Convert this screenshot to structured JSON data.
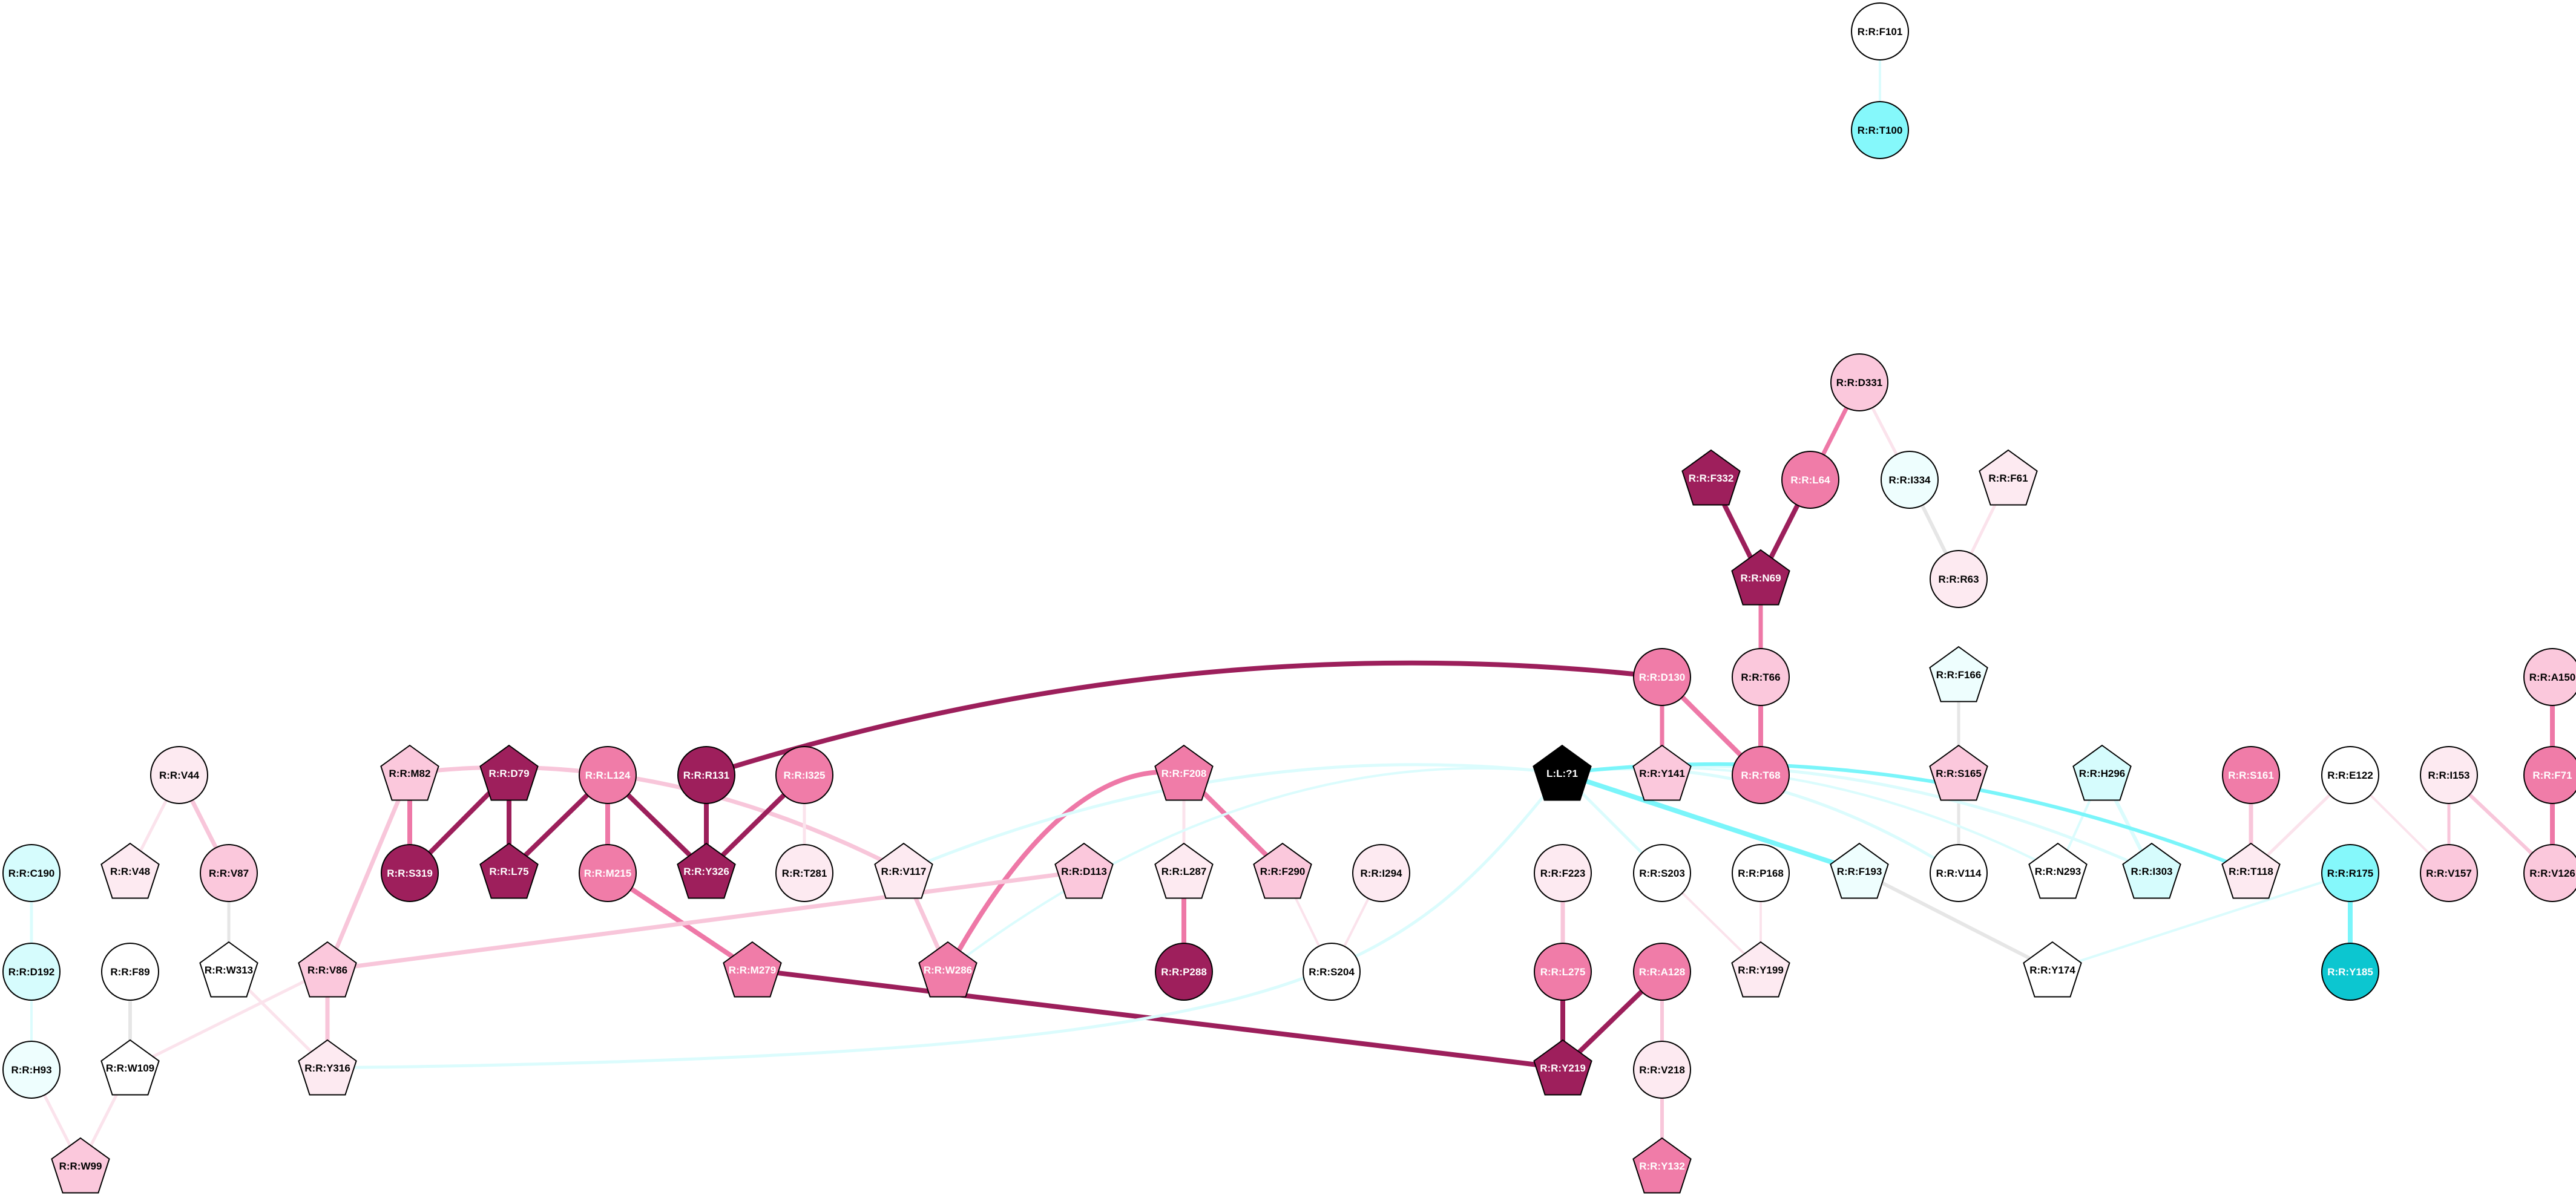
{
  "palette": {
    "N": "#ffffff",
    "Cp1": "#fdeaf1",
    "Cp2": "#fbc8dc",
    "Cp3": "#f07ca8",
    "Cp4": "#9e1f5c",
    "Cc1": "#eefefe",
    "Cc2": "#d6fcfd",
    "Cc3": "#85f8fb",
    "Cc4": "#0cc6d0",
    "K": "#000000",
    "Ep1": "#fbe3ec",
    "Ep2": "#f8c6da",
    "Ep3": "#ee78a7",
    "Ep4": "#9c1f5b",
    "Ec1": "#dbfcfd",
    "Ec2": "#7af5fa",
    "Eg": "#e6e6e6"
  },
  "nodes": [
    {
      "id": "F101",
      "label": "R:R:F101",
      "shape": "circle",
      "fill": "N"
    },
    {
      "id": "T100",
      "label": "R:R:T100",
      "shape": "circle",
      "fill": "Cc3"
    },
    {
      "id": "D331",
      "label": "R:R:D331",
      "shape": "circle",
      "fill": "Cp2"
    },
    {
      "id": "F332",
      "label": "R:R:F332",
      "shape": "pentagon",
      "fill": "Cp4"
    },
    {
      "id": "L64",
      "label": "R:R:L64",
      "shape": "circle",
      "fill": "Cp3"
    },
    {
      "id": "I334",
      "label": "R:R:I334",
      "shape": "circle",
      "fill": "Cc1"
    },
    {
      "id": "F61",
      "label": "R:R:F61",
      "shape": "pentagon",
      "fill": "Cp1"
    },
    {
      "id": "N69",
      "label": "R:R:N69",
      "shape": "pentagon",
      "fill": "Cp4"
    },
    {
      "id": "R63",
      "label": "R:R:R63",
      "shape": "circle",
      "fill": "Cp1"
    },
    {
      "id": "D130",
      "label": "R:R:D130",
      "shape": "circle",
      "fill": "Cp3"
    },
    {
      "id": "T66",
      "label": "R:R:T66",
      "shape": "circle",
      "fill": "Cp2"
    },
    {
      "id": "F166",
      "label": "R:R:F166",
      "shape": "pentagon",
      "fill": "Cc1"
    },
    {
      "id": "A150",
      "label": "R:R:A150",
      "shape": "circle",
      "fill": "Cp2"
    },
    {
      "id": "V44",
      "label": "R:R:V44",
      "shape": "circle",
      "fill": "Cp1"
    },
    {
      "id": "M82",
      "label": "R:R:M82",
      "shape": "pentagon",
      "fill": "Cp2"
    },
    {
      "id": "D79",
      "label": "R:R:D79",
      "shape": "pentagon",
      "fill": "Cp4"
    },
    {
      "id": "L124",
      "label": "R:R:L124",
      "shape": "circle",
      "fill": "Cp3"
    },
    {
      "id": "R131",
      "label": "R:R:R131",
      "shape": "circle",
      "fill": "Cp4"
    },
    {
      "id": "I325",
      "label": "R:R:I325",
      "shape": "circle",
      "fill": "Cp3"
    },
    {
      "id": "F208",
      "label": "R:R:F208",
      "shape": "pentagon",
      "fill": "Cp3"
    },
    {
      "id": "L1",
      "label": "L:L:?1",
      "shape": "pentagon",
      "fill": "K",
      "text": "light"
    },
    {
      "id": "Y141",
      "label": "R:R:Y141",
      "shape": "pentagon",
      "fill": "Cp2"
    },
    {
      "id": "T68",
      "label": "R:R:T68",
      "shape": "circle",
      "fill": "Cp3"
    },
    {
      "id": "S165",
      "label": "R:R:S165",
      "shape": "pentagon",
      "fill": "Cp2"
    },
    {
      "id": "H296",
      "label": "R:R:H296",
      "shape": "pentagon",
      "fill": "Cc2"
    },
    {
      "id": "S161",
      "label": "R:R:S161",
      "shape": "circle",
      "fill": "Cp3"
    },
    {
      "id": "E122",
      "label": "R:R:E122",
      "shape": "circle",
      "fill": "N"
    },
    {
      "id": "I153",
      "label": "R:R:I153",
      "shape": "circle",
      "fill": "Cp1"
    },
    {
      "id": "F71",
      "label": "R:R:F71",
      "shape": "circle",
      "fill": "Cp3"
    },
    {
      "id": "C190",
      "label": "R:R:C190",
      "shape": "circle",
      "fill": "Cc2"
    },
    {
      "id": "V48",
      "label": "R:R:V48",
      "shape": "pentagon",
      "fill": "Cp1"
    },
    {
      "id": "V87",
      "label": "R:R:V87",
      "shape": "circle",
      "fill": "Cp2"
    },
    {
      "id": "S319",
      "label": "R:R:S319",
      "shape": "circle",
      "fill": "Cp4"
    },
    {
      "id": "L75",
      "label": "R:R:L75",
      "shape": "pentagon",
      "fill": "Cp4"
    },
    {
      "id": "M215",
      "label": "R:R:M215",
      "shape": "circle",
      "fill": "Cp3"
    },
    {
      "id": "Y326",
      "label": "R:R:Y326",
      "shape": "pentagon",
      "fill": "Cp4"
    },
    {
      "id": "T281",
      "label": "R:R:T281",
      "shape": "circle",
      "fill": "Cp1"
    },
    {
      "id": "V117",
      "label": "R:R:V117",
      "shape": "pentagon",
      "fill": "Cp1"
    },
    {
      "id": "D113",
      "label": "R:R:D113",
      "shape": "pentagon",
      "fill": "Cp2"
    },
    {
      "id": "L287",
      "label": "R:R:L287",
      "shape": "pentagon",
      "fill": "Cp1"
    },
    {
      "id": "F290",
      "label": "R:R:F290",
      "shape": "pentagon",
      "fill": "Cp2"
    },
    {
      "id": "I294",
      "label": "R:R:I294",
      "shape": "circle",
      "fill": "Cp1"
    },
    {
      "id": "F223",
      "label": "R:R:F223",
      "shape": "circle",
      "fill": "Cp1"
    },
    {
      "id": "S203",
      "label": "R:R:S203",
      "shape": "circle",
      "fill": "N"
    },
    {
      "id": "P168",
      "label": "R:R:P168",
      "shape": "circle",
      "fill": "N"
    },
    {
      "id": "F193",
      "label": "R:R:F193",
      "shape": "pentagon",
      "fill": "Cc1"
    },
    {
      "id": "V114",
      "label": "R:R:V114",
      "shape": "circle",
      "fill": "N"
    },
    {
      "id": "N293",
      "label": "R:R:N293",
      "shape": "pentagon",
      "fill": "N"
    },
    {
      "id": "I303",
      "label": "R:R:I303",
      "shape": "pentagon",
      "fill": "Cc2"
    },
    {
      "id": "T118",
      "label": "R:R:T118",
      "shape": "pentagon",
      "fill": "Cp1"
    },
    {
      "id": "R175",
      "label": "R:R:R175",
      "shape": "circle",
      "fill": "Cc3"
    },
    {
      "id": "V157",
      "label": "R:R:V157",
      "shape": "circle",
      "fill": "Cp2"
    },
    {
      "id": "V126",
      "label": "R:R:V126",
      "shape": "circle",
      "fill": "Cp2"
    },
    {
      "id": "D192",
      "label": "R:R:D192",
      "shape": "circle",
      "fill": "Cc2"
    },
    {
      "id": "F89",
      "label": "R:R:F89",
      "shape": "circle",
      "fill": "N"
    },
    {
      "id": "W313",
      "label": "R:R:W313",
      "shape": "pentagon",
      "fill": "N"
    },
    {
      "id": "V86",
      "label": "R:R:V86",
      "shape": "pentagon",
      "fill": "Cp2"
    },
    {
      "id": "M279",
      "label": "R:R:M279",
      "shape": "pentagon",
      "fill": "Cp3"
    },
    {
      "id": "W286",
      "label": "R:R:W286",
      "shape": "pentagon",
      "fill": "Cp3"
    },
    {
      "id": "P288",
      "label": "R:R:P288",
      "shape": "circle",
      "fill": "Cp4"
    },
    {
      "id": "S204",
      "label": "R:R:S204",
      "shape": "circle",
      "fill": "N"
    },
    {
      "id": "L275",
      "label": "R:R:L275",
      "shape": "circle",
      "fill": "Cp3"
    },
    {
      "id": "A128",
      "label": "R:R:A128",
      "shape": "circle",
      "fill": "Cp3"
    },
    {
      "id": "Y199",
      "label": "R:R:Y199",
      "shape": "pentagon",
      "fill": "Cp1"
    },
    {
      "id": "Y174",
      "label": "R:R:Y174",
      "shape": "pentagon",
      "fill": "N"
    },
    {
      "id": "Y185",
      "label": "R:R:Y185",
      "shape": "circle",
      "fill": "Cc4"
    },
    {
      "id": "H93",
      "label": "R:R:H93",
      "shape": "circle",
      "fill": "Cc1"
    },
    {
      "id": "W109",
      "label": "R:R:W109",
      "shape": "pentagon",
      "fill": "N"
    },
    {
      "id": "Y316",
      "label": "R:R:Y316",
      "shape": "pentagon",
      "fill": "Cp1"
    },
    {
      "id": "Y219",
      "label": "R:R:Y219",
      "shape": "pentagon",
      "fill": "Cp4"
    },
    {
      "id": "V218",
      "label": "R:R:V218",
      "shape": "circle",
      "fill": "Cp1"
    },
    {
      "id": "W99",
      "label": "R:R:W99",
      "shape": "pentagon",
      "fill": "Cp2"
    },
    {
      "id": "Y132",
      "label": "R:R:Y132",
      "shape": "pentagon",
      "fill": "Cp3"
    }
  ],
  "edges": [
    {
      "from": "F101",
      "to": "T100",
      "color": "Ec1",
      "w": 4
    },
    {
      "from": "D331",
      "to": "L64",
      "color": "Ep3",
      "w": 7
    },
    {
      "from": "D331",
      "to": "I334",
      "color": "Ep1",
      "w": 5
    },
    {
      "from": "F332",
      "to": "N69",
      "color": "Ep4",
      "w": 8
    },
    {
      "from": "L64",
      "to": "N69",
      "color": "Ep4",
      "w": 8
    },
    {
      "from": "I334",
      "to": "R63",
      "color": "Eg",
      "w": 6
    },
    {
      "from": "F61",
      "to": "R63",
      "color": "Ep1",
      "w": 5
    },
    {
      "from": "N69",
      "to": "T66",
      "color": "Ep3",
      "w": 7
    },
    {
      "from": "T66",
      "to": "T68",
      "color": "Ep3",
      "w": 8
    },
    {
      "from": "D130",
      "to": "T68",
      "color": "Ep3",
      "w": 8
    },
    {
      "from": "D130",
      "to": "Y141",
      "color": "Ep3",
      "w": 7
    },
    {
      "from": "D130",
      "to": "R131",
      "color": "Ep4",
      "w": 8,
      "curve": "arc"
    },
    {
      "from": "F166",
      "to": "S165",
      "color": "Eg",
      "w": 5
    },
    {
      "from": "S165",
      "to": "V114",
      "color": "Eg",
      "w": 5
    },
    {
      "from": "A150",
      "to": "F71",
      "color": "Ep3",
      "w": 8
    },
    {
      "from": "F71",
      "to": "V126",
      "color": "Ep3",
      "w": 8
    },
    {
      "from": "I153",
      "to": "V126",
      "color": "Ep2",
      "w": 6
    },
    {
      "from": "I153",
      "to": "V157",
      "color": "Ep2",
      "w": 5
    },
    {
      "from": "E122",
      "to": "T118",
      "color": "Ep1",
      "w": 5
    },
    {
      "from": "E122",
      "to": "V157",
      "color": "Ep1",
      "w": 4
    },
    {
      "from": "S161",
      "to": "T118",
      "color": "Ep2",
      "w": 7
    },
    {
      "from": "H296",
      "to": "I303",
      "color": "Ec1",
      "w": 6
    },
    {
      "from": "H296",
      "to": "N293",
      "color": "Ec1",
      "w": 4
    },
    {
      "from": "V44",
      "to": "V48",
      "color": "Ep1",
      "w": 5
    },
    {
      "from": "V44",
      "to": "V87",
      "color": "Ep2",
      "w": 7
    },
    {
      "from": "V87",
      "to": "W313",
      "color": "Eg",
      "w": 5
    },
    {
      "from": "M82",
      "to": "S319",
      "color": "Ep3",
      "w": 8
    },
    {
      "from": "M82",
      "to": "V86",
      "color": "Ep2",
      "w": 7
    },
    {
      "from": "M82",
      "to": "V117",
      "color": "Ep2",
      "w": 7,
      "curve": "arc"
    },
    {
      "from": "D79",
      "to": "S319",
      "color": "Ep4",
      "w": 8
    },
    {
      "from": "D79",
      "to": "L75",
      "color": "Ep4",
      "w": 8
    },
    {
      "from": "L124",
      "to": "L75",
      "color": "Ep4",
      "w": 8
    },
    {
      "from": "L124",
      "to": "M215",
      "color": "Ep3",
      "w": 8
    },
    {
      "from": "L124",
      "to": "Y326",
      "color": "Ep4",
      "w": 8
    },
    {
      "from": "R131",
      "to": "Y326",
      "color": "Ep4",
      "w": 8
    },
    {
      "from": "I325",
      "to": "Y326",
      "color": "Ep4",
      "w": 8
    },
    {
      "from": "I325",
      "to": "T281",
      "color": "Ep1",
      "w": 5
    },
    {
      "from": "M215",
      "to": "M279",
      "color": "Ep3",
      "w": 8
    },
    {
      "from": "M279",
      "to": "Y219",
      "color": "Ep4",
      "w": 8
    },
    {
      "from": "F208",
      "to": "W286",
      "color": "Ep3",
      "w": 8,
      "curve": "arc"
    },
    {
      "from": "F208",
      "to": "L287",
      "color": "Ep1",
      "w": 5
    },
    {
      "from": "F208",
      "to": "F290",
      "color": "Ep3",
      "w": 8
    },
    {
      "from": "L287",
      "to": "P288",
      "color": "Ep3",
      "w": 8
    },
    {
      "from": "V117",
      "to": "W286",
      "color": "Ep2",
      "w": 7
    },
    {
      "from": "F290",
      "to": "S204",
      "color": "Ep1",
      "w": 4
    },
    {
      "from": "I294",
      "to": "S204",
      "color": "Ep1",
      "w": 4
    },
    {
      "from": "D113",
      "to": "V86",
      "color": "Ep2",
      "w": 7
    },
    {
      "from": "V86",
      "to": "Y316",
      "color": "Ep2",
      "w": 7
    },
    {
      "from": "V86",
      "to": "W109",
      "color": "Ep1",
      "w": 5
    },
    {
      "from": "W313",
      "to": "Y316",
      "color": "Ep1",
      "w": 5
    },
    {
      "from": "F89",
      "to": "W109",
      "color": "Eg",
      "w": 6
    },
    {
      "from": "W109",
      "to": "W99",
      "color": "Ep1",
      "w": 5
    },
    {
      "from": "H93",
      "to": "W99",
      "color": "Ep1",
      "w": 5
    },
    {
      "from": "C190",
      "to": "D192",
      "color": "Ec1",
      "w": 5
    },
    {
      "from": "D192",
      "to": "H93",
      "color": "Ec1",
      "w": 4
    },
    {
      "from": "F223",
      "to": "L275",
      "color": "Ep2",
      "w": 7
    },
    {
      "from": "L275",
      "to": "Y219",
      "color": "Ep4",
      "w": 8
    },
    {
      "from": "A128",
      "to": "Y219",
      "color": "Ep4",
      "w": 8
    },
    {
      "from": "A128",
      "to": "V218",
      "color": "Ep2",
      "w": 6
    },
    {
      "from": "V218",
      "to": "Y132",
      "color": "Ep2",
      "w": 6
    },
    {
      "from": "S203",
      "to": "Y199",
      "color": "Ep1",
      "w": 4
    },
    {
      "from": "P168",
      "to": "Y199",
      "color": "Ep1",
      "w": 4
    },
    {
      "from": "F193",
      "to": "Y174",
      "color": "Eg",
      "w": 6
    },
    {
      "from": "R175",
      "to": "Y185",
      "color": "Ec2",
      "w": 8
    },
    {
      "from": "R175",
      "to": "Y174",
      "color": "Ec1",
      "w": 4
    },
    {
      "from": "L1",
      "to": "F193",
      "color": "Ec2",
      "w": 8
    },
    {
      "from": "L1",
      "to": "S203",
      "color": "Ec1",
      "w": 5
    },
    {
      "from": "L1",
      "to": "V114",
      "color": "Ec1",
      "w": 5,
      "curve": "arc"
    },
    {
      "from": "L1",
      "to": "N293",
      "color": "Ec1",
      "w": 4,
      "curve": "arc"
    },
    {
      "from": "L1",
      "to": "I303",
      "color": "Ec1",
      "w": 5,
      "curve": "arc"
    },
    {
      "from": "L1",
      "to": "T118",
      "color": "Ec2",
      "w": 6,
      "curve": "arc"
    },
    {
      "from": "L1",
      "to": "V117",
      "color": "Ec1",
      "w": 5,
      "curve": "arc"
    },
    {
      "from": "L1",
      "to": "W286",
      "color": "Ec1",
      "w": 4,
      "curve": "arc"
    },
    {
      "from": "L1",
      "to": "Y316",
      "color": "Ec1",
      "w": 5,
      "curve": "low"
    }
  ]
}
